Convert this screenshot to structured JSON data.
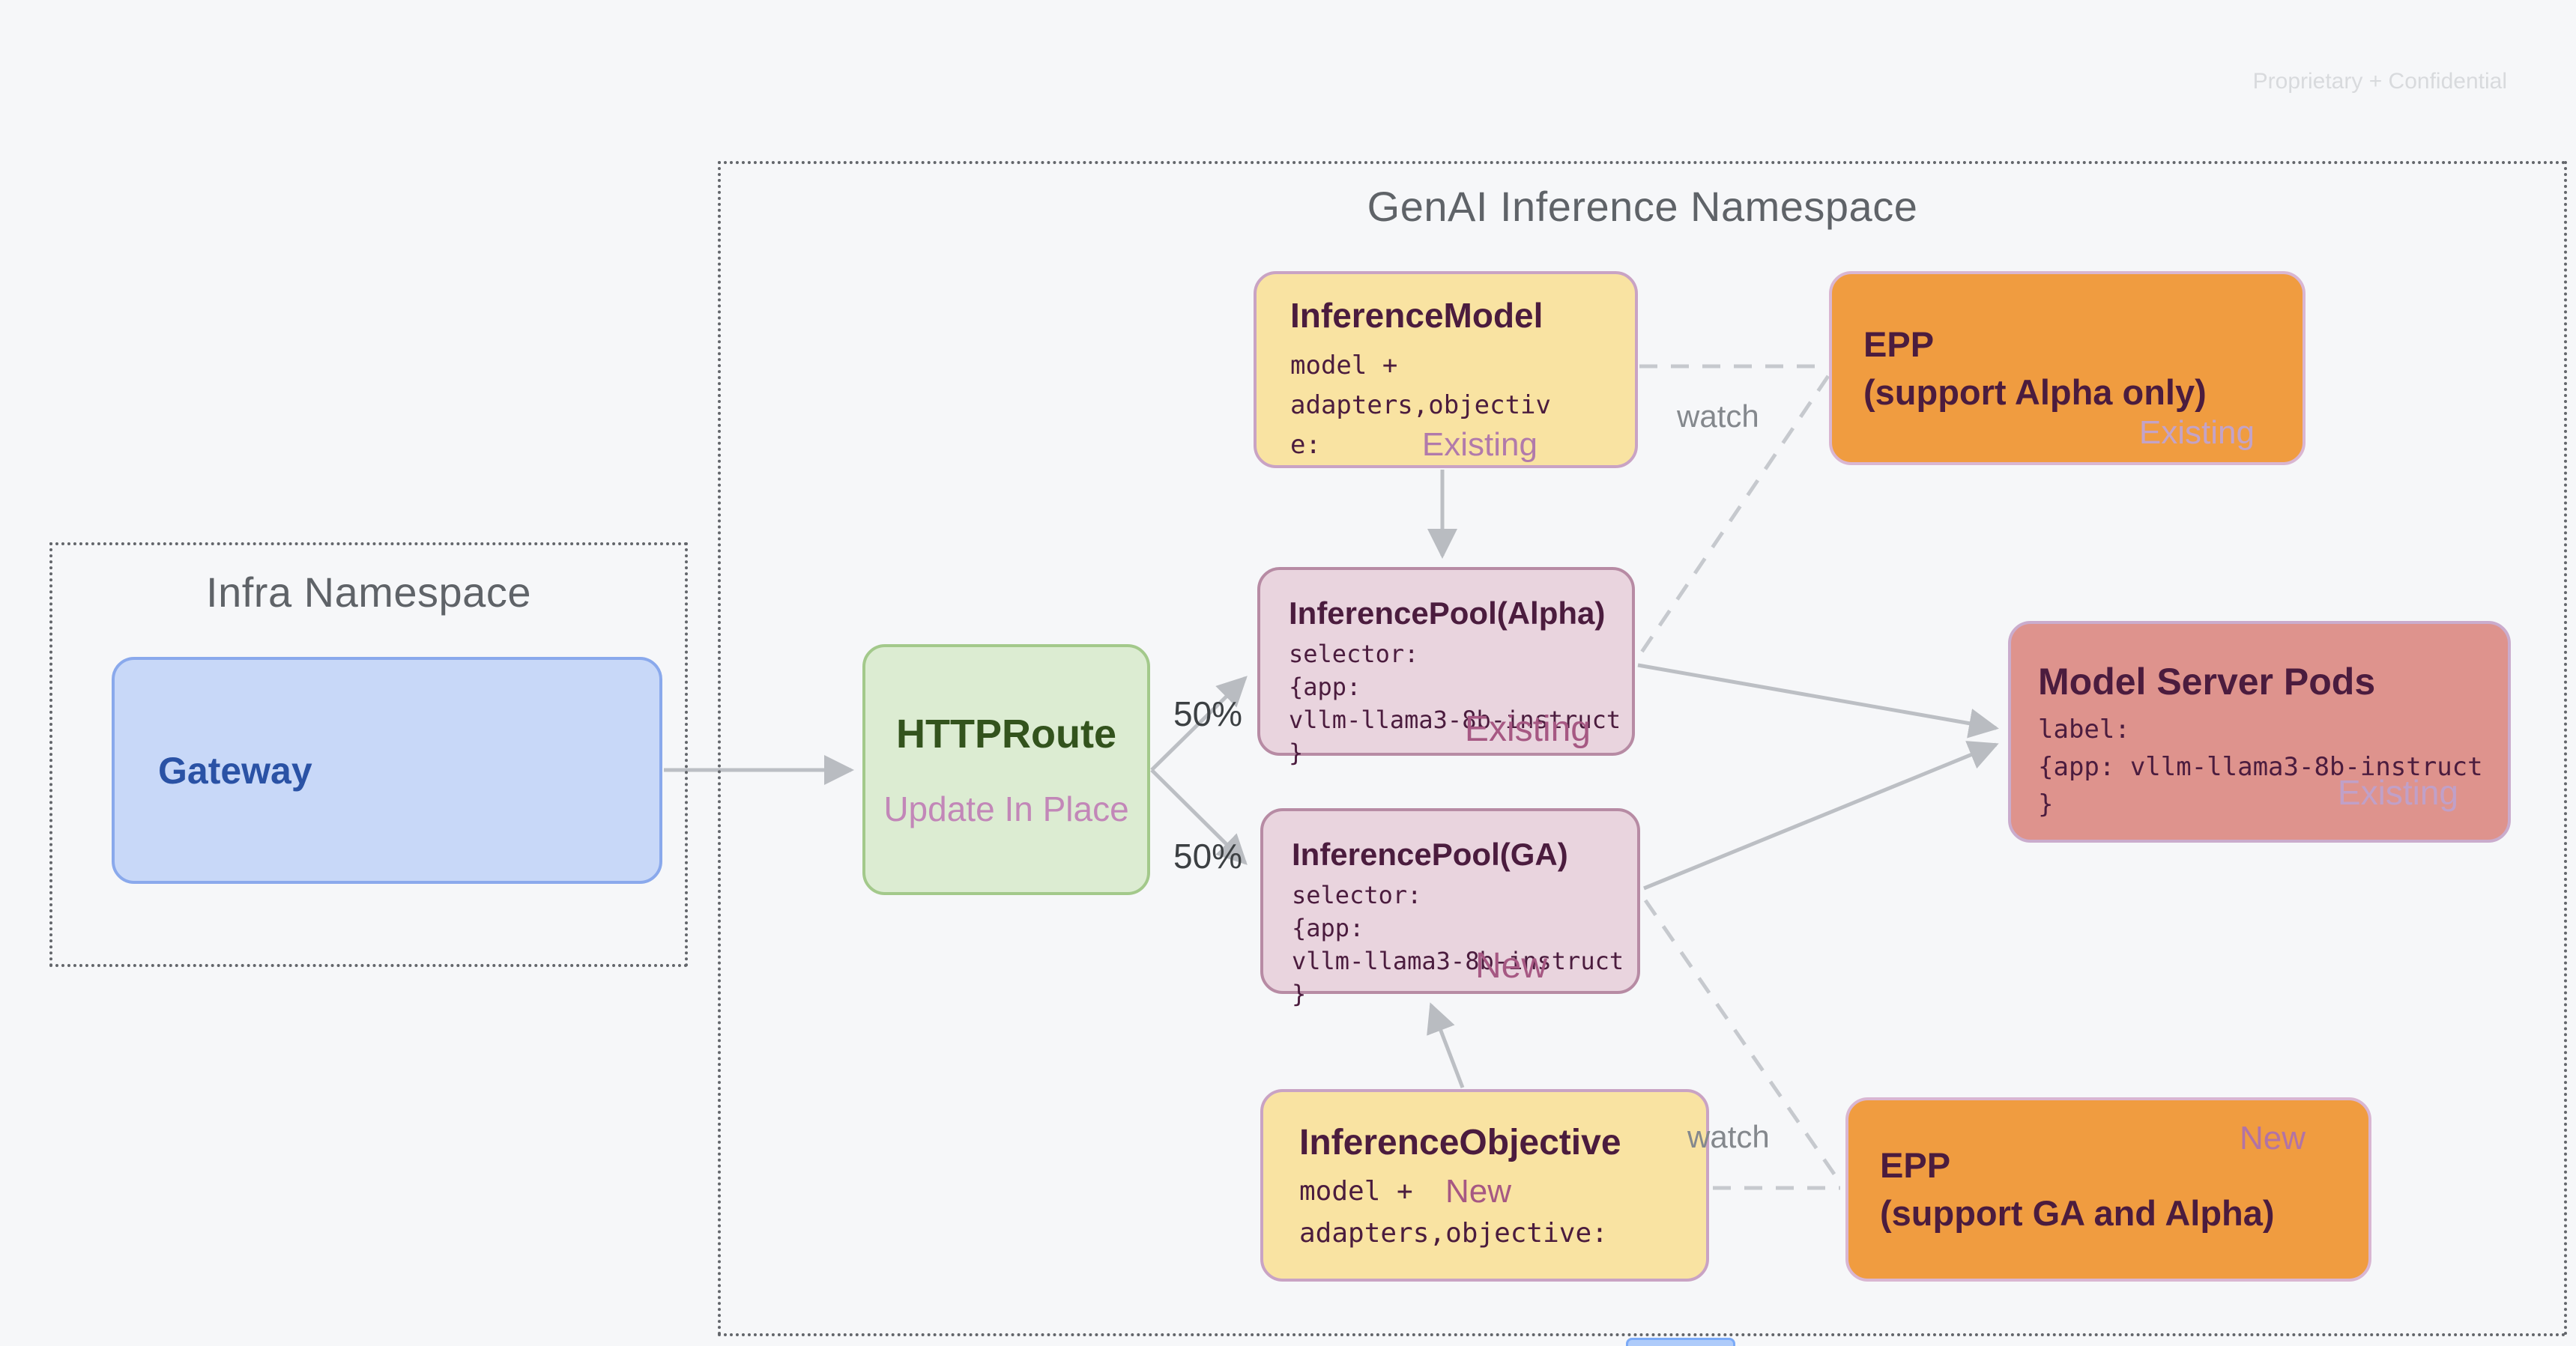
{
  "page": {
    "watermark": "Proprietary + Confidential"
  },
  "infra_namespace": {
    "title": "Infra Namespace",
    "gateway": {
      "title": "Gateway"
    }
  },
  "genai_namespace": {
    "title": "GenAI Inference Namespace",
    "nodes": {
      "httproute": {
        "title": "HTTPRoute",
        "subtitle": "Update In Place"
      },
      "inference_model": {
        "title": "InferenceModel",
        "code": "model +\nadapters,objective:",
        "status": "Existing"
      },
      "epp_alpha": {
        "title_line1": "EPP",
        "title_line2": "(support Alpha only)",
        "status": "Existing"
      },
      "inference_pool_alpha": {
        "title": "InferencePool(Alpha)",
        "code_lines": [
          "selector:",
          "{app:",
          "vllm-llama3-8b-instruct",
          "}"
        ],
        "status": "Existing"
      },
      "inference_pool_ga": {
        "title": "InferencePool(GA)",
        "code_lines": [
          "selector:",
          "{app:",
          "vllm-llama3-8b-instruct",
          "}"
        ],
        "status": "New"
      },
      "model_server_pods": {
        "title": "Model Server Pods",
        "code_lines": [
          "label:",
          "{app: vllm-llama3-8b-instruct",
          "}"
        ],
        "status": "Existing"
      },
      "inference_objective": {
        "title": "InferenceObjective",
        "code_lines": [
          "model +",
          "adapters,objective:"
        ],
        "status": "New"
      },
      "epp_ga": {
        "title_line1": "EPP",
        "title_line2": "(support GA and Alpha)",
        "status": "New"
      }
    },
    "edge_labels": {
      "split_top": "50%",
      "split_bottom": "50%",
      "watch_top": "watch",
      "watch_bottom": "watch"
    }
  },
  "colors": {
    "background": "#f6f7f9",
    "yellow_node": "#f9e3a2",
    "orange_node": "#f09c40",
    "pink_node": "#e9d4de",
    "salmon_node": "#de938d",
    "green_node": "#dcecd2",
    "blue_node": "#c8d8f8",
    "maroon_text": "#4b1c3e",
    "rose_label": "#a65883",
    "lavender_label": "#c3a3c8",
    "edge_gray": "#bcbfc4"
  }
}
